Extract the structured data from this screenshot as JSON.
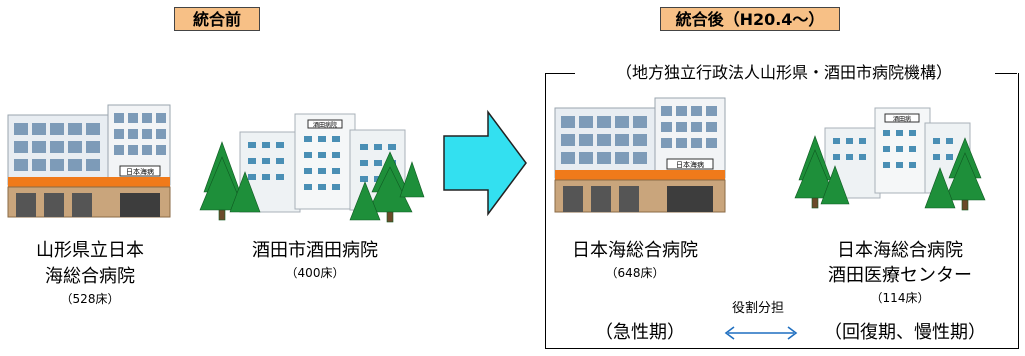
{
  "labels": {
    "before": "統合前",
    "after": "統合後（H20.4〜）",
    "org": "（地方独立行政法人山形県・酒田市病院機構）",
    "role": "役割分担"
  },
  "hospitals": {
    "h1": {
      "name_line1": "山形県立日本",
      "name_line2": "海総合病院",
      "beds": "（528床）",
      "sign": "日本海病"
    },
    "h2": {
      "name": "酒田市酒田病院",
      "beds": "（400床）",
      "sign": "酒田病院"
    },
    "h3": {
      "name": "日本海総合病院",
      "beds": "（648床）",
      "phase": "（急性期）",
      "sign": "日本海病"
    },
    "h4": {
      "name_line1": "日本海総合病院",
      "name_line2": "酒田医療センター",
      "beds": "（114床）",
      "phase": "（回復期、慢性期）",
      "sign": "酒田病"
    }
  },
  "colors": {
    "tag_bg": "#f7c086",
    "arrow_fill": "#33e0f0",
    "role_arrow": "#1f6fc0",
    "tree": "#1e8f3a"
  }
}
